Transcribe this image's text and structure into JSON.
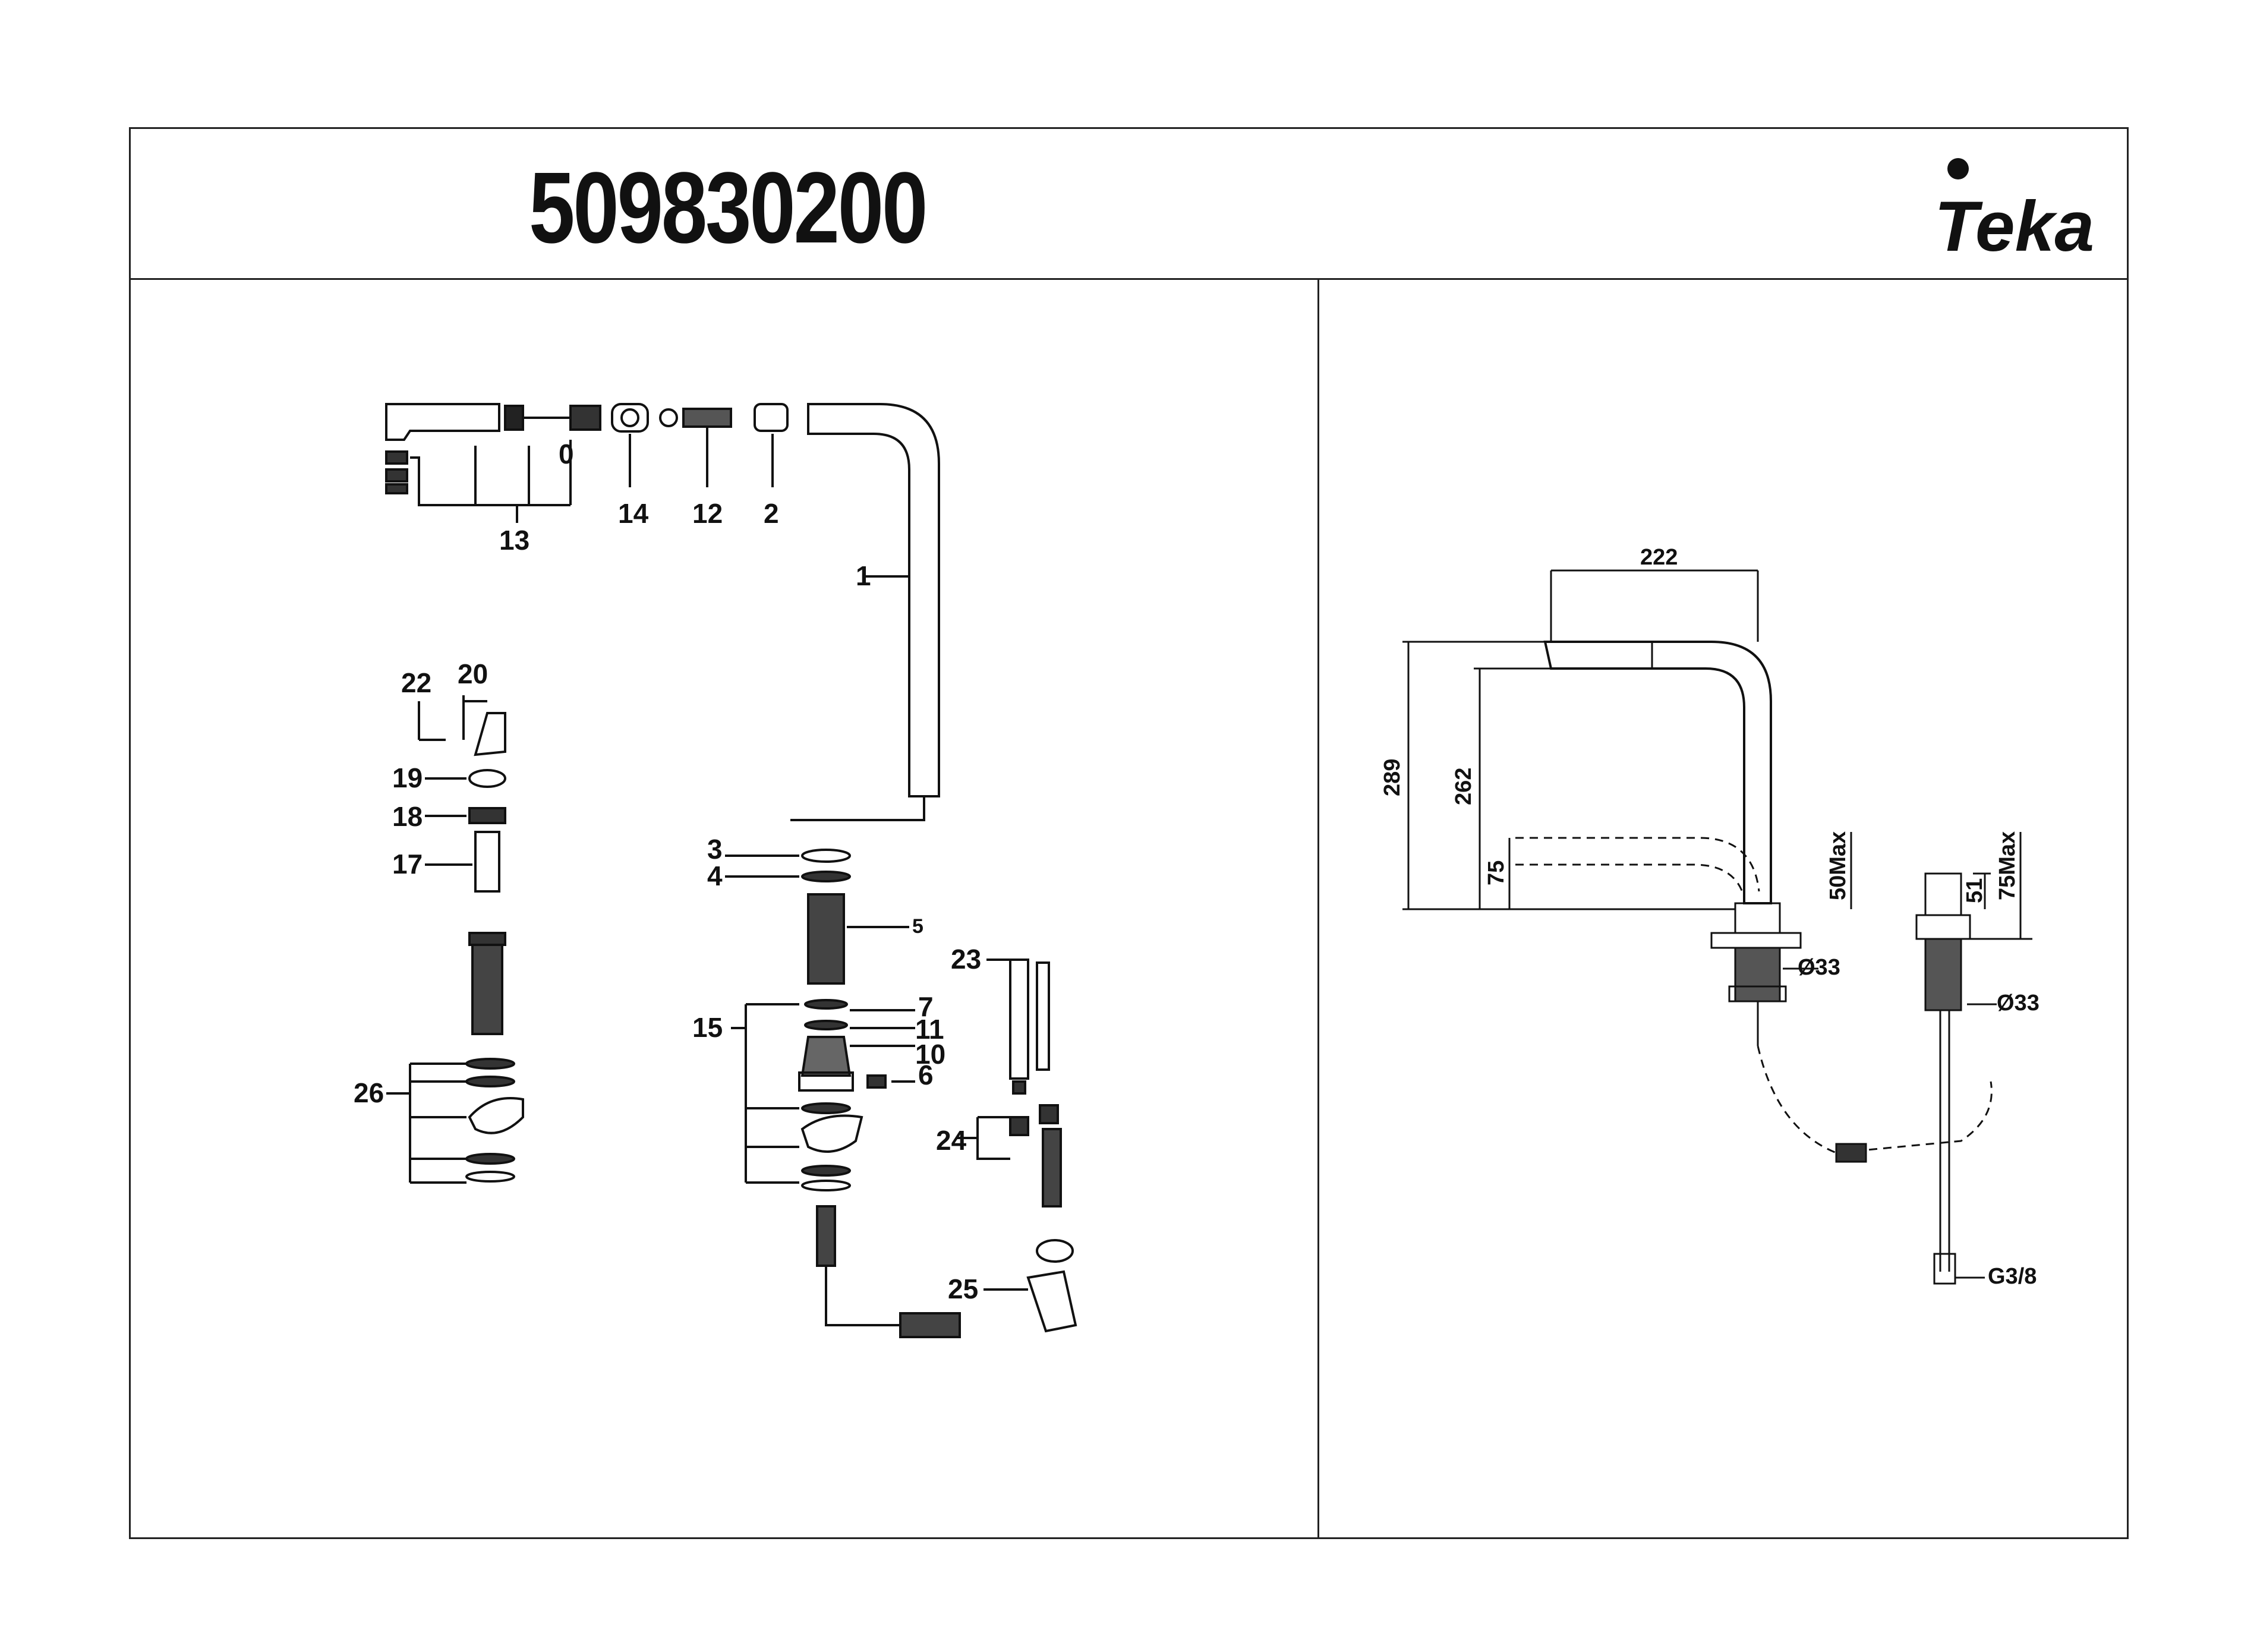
{
  "header": {
    "model_number": "509830200",
    "brand_logo": "Teka"
  },
  "exploded_view": {
    "part_labels": [
      "0",
      "1",
      "2",
      "3",
      "4",
      "5",
      "6",
      "7",
      "10",
      "11",
      "12",
      "13",
      "14",
      "15",
      "17",
      "18",
      "19",
      "20",
      "22",
      "23",
      "24",
      "25",
      "26"
    ]
  },
  "dimension_view": {
    "dimensions": {
      "width_222": "222",
      "height_289": "289",
      "height_262": "262",
      "height_75": "75",
      "deck_50max": "50Max",
      "dia_33_left": "Ø33",
      "handle_51": "51",
      "deck_75max": "75Max",
      "dia_33_right": "Ø33",
      "thread": "G3/8"
    }
  },
  "colors": {
    "ink": "#111111",
    "background": "#ffffff"
  }
}
